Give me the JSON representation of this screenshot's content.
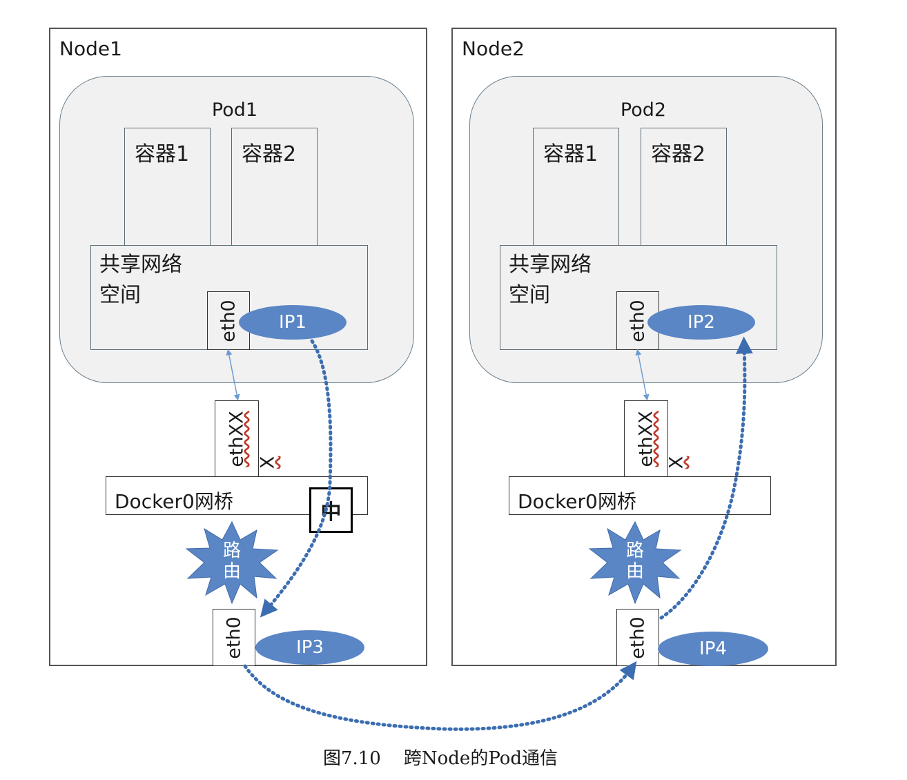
{
  "nodes": [
    {
      "label": "Node1",
      "pod_label": "Pod1",
      "containers": [
        "容器1",
        "容器2"
      ],
      "netns_label_line1": "共享网络",
      "netns_label_line2": "空间",
      "pod_eth": "eth0",
      "pod_ip": "IP1",
      "veth": "ethXX",
      "veth_suffix": "X",
      "bridge": "Docker0网桥",
      "router_line1": "路",
      "router_line2": "由",
      "host_eth": "eth0",
      "host_ip": "IP3",
      "badge": "中"
    },
    {
      "label": "Node2",
      "pod_label": "Pod2",
      "containers": [
        "容器1",
        "容器2"
      ],
      "netns_label_line1": "共享网络",
      "netns_label_line2": "空间",
      "pod_eth": "eth0",
      "pod_ip": "IP2",
      "veth": "ethXX",
      "veth_suffix": "X",
      "bridge": "Docker0网桥",
      "router_line1": "路",
      "router_line2": "由",
      "host_eth": "eth0",
      "host_ip": "IP4"
    }
  ],
  "caption": "图7.10    跨Node的Pod通信",
  "colors": {
    "ip_fill": "#5b86c5",
    "router_fill": "#5b86c5",
    "arrow_dotted": "#3b6db0",
    "arrow_link": "#6e9bd1"
  }
}
